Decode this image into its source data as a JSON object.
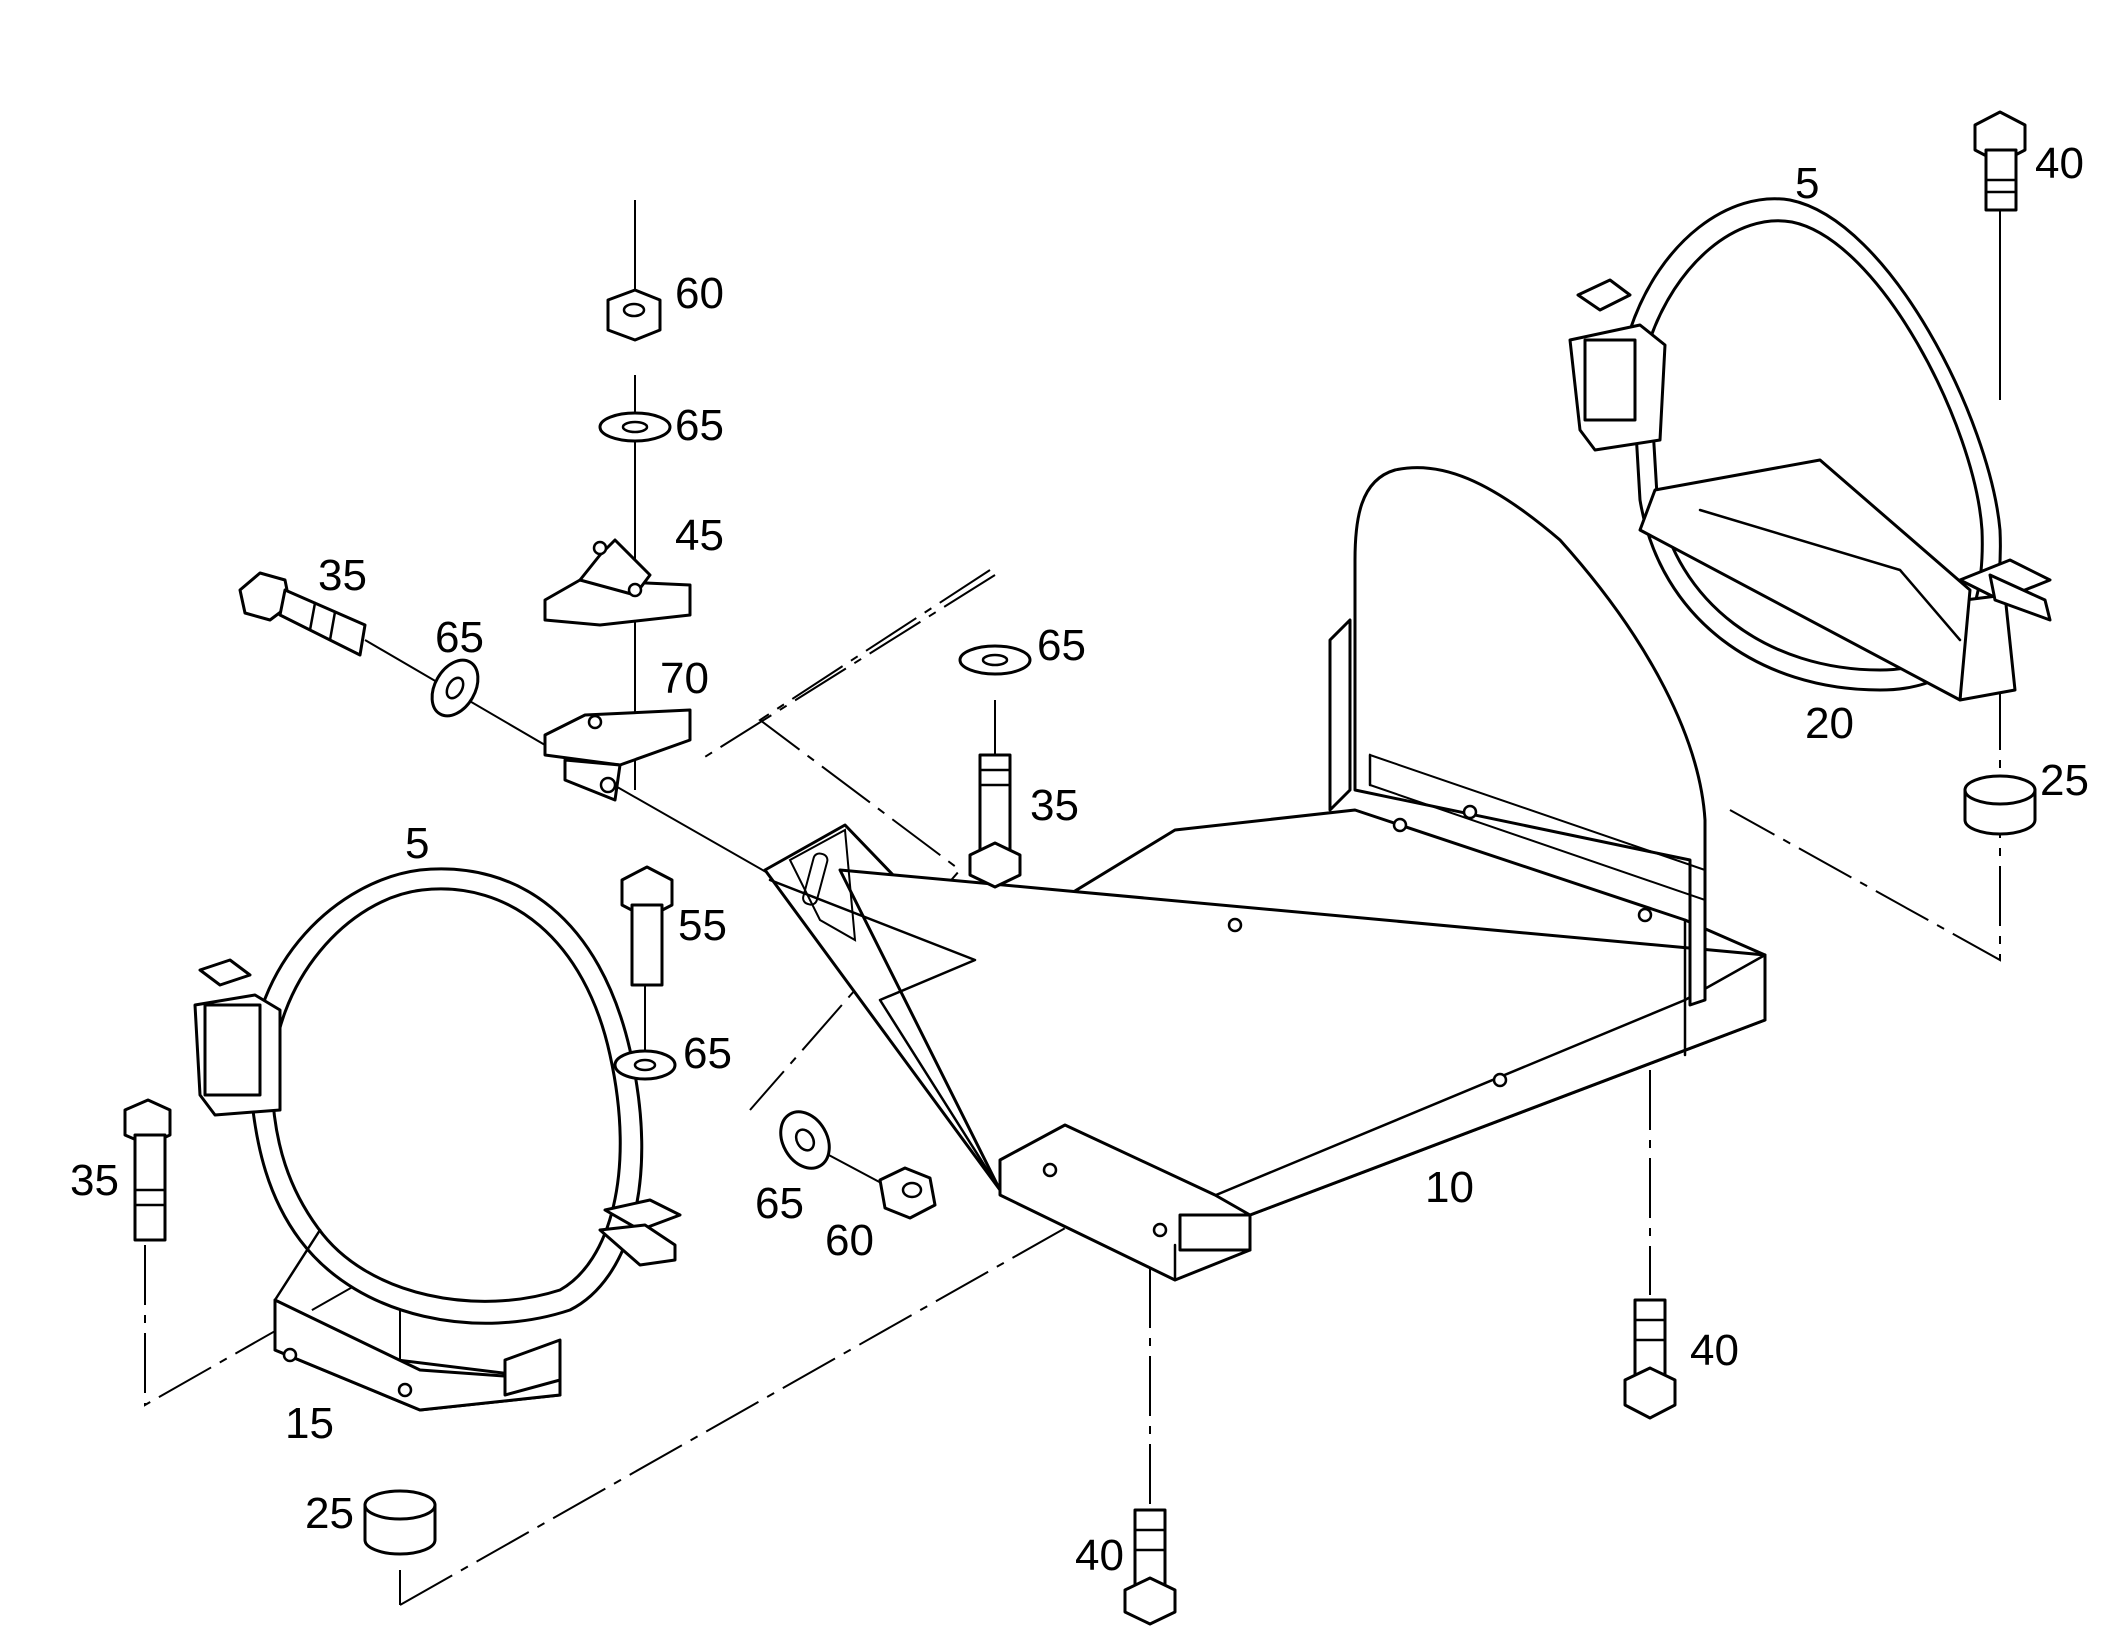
{
  "labels": {
    "bolt_top_right": "40",
    "clamp_top_right": "5",
    "support_top_right": "20",
    "spacer_right": "25",
    "nut_top": "60",
    "washer_top": "65",
    "bracket_top": "45",
    "bolt_left_upper": "35",
    "washer_left_upper": "65",
    "plate_mid": "70",
    "washer_mid": "65",
    "bolt_mid": "35",
    "clamp_left": "5",
    "bolt_center": "55",
    "washer_center": "65",
    "bolt_left_lower": "35",
    "washer_lower": "65",
    "nut_lower": "60",
    "frame": "10",
    "bolt_right_lower": "40",
    "support_left": "15",
    "spacer_left": "25",
    "bolt_bottom": "40"
  }
}
